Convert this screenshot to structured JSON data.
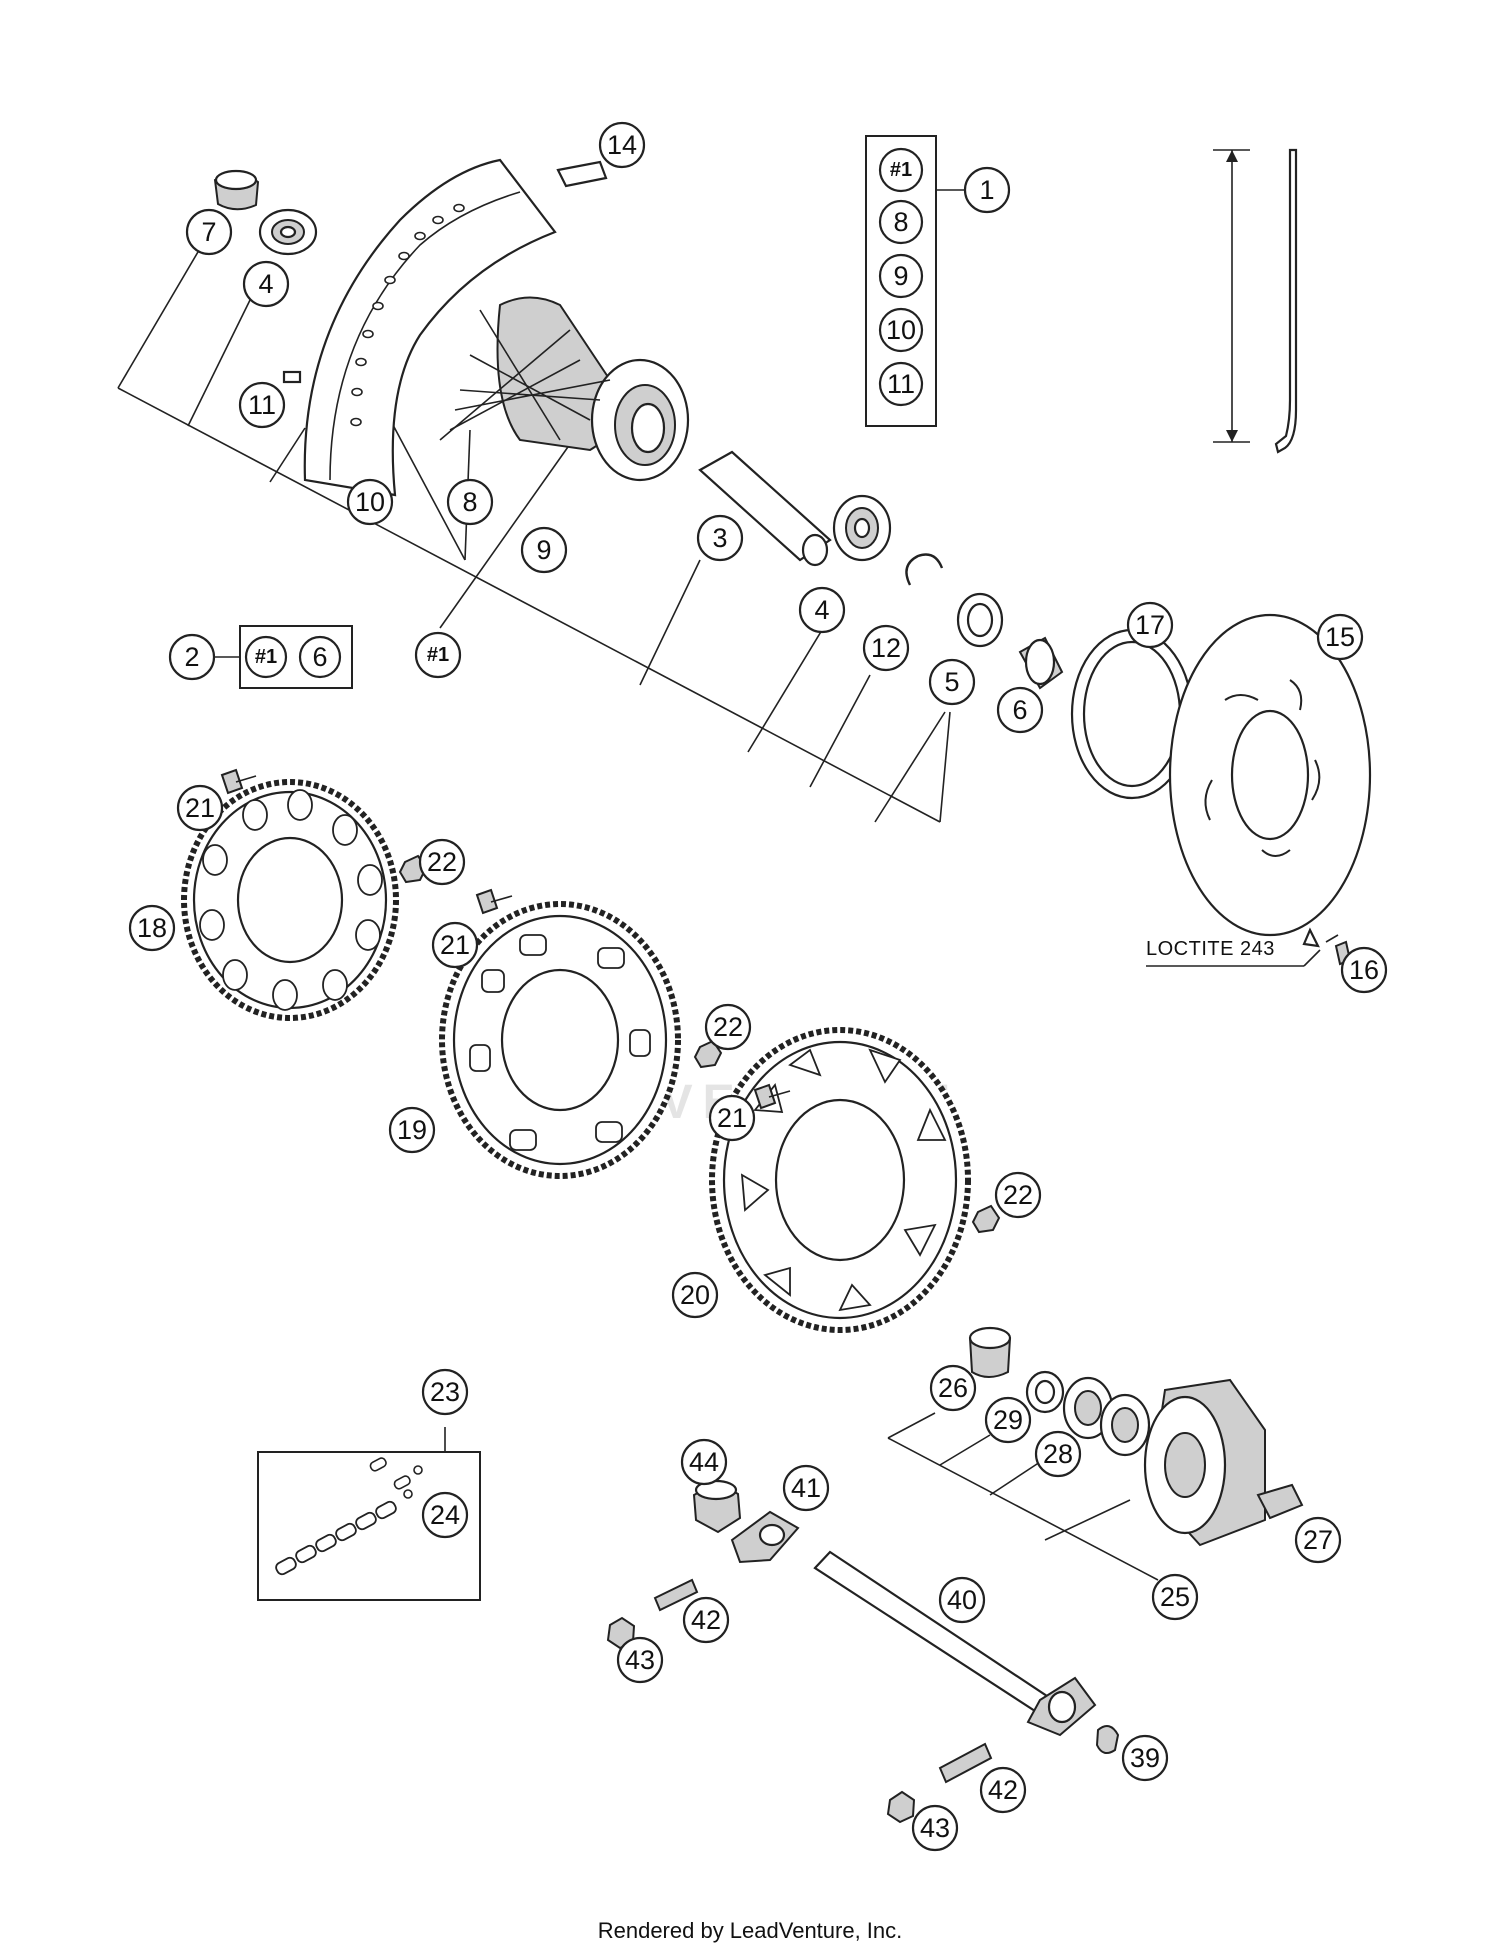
{
  "diagram": {
    "callouts": {
      "c14": "14",
      "c7": "7",
      "c4a": "4",
      "c11": "11",
      "c10": "10",
      "c8": "8",
      "c9": "9",
      "c3": "3",
      "c4b": "4",
      "c12": "12",
      "c5": "5",
      "c6": "6",
      "c17": "17",
      "c15": "15",
      "c16": "16",
      "c2": "2",
      "c2_inner_1": "#1",
      "c2_inner_2": "6",
      "c_hash1": "#1",
      "c1": "1",
      "c1_stack": [
        "#1",
        "8",
        "9",
        "10",
        "11"
      ],
      "c21a": "21",
      "c22a": "22",
      "c18": "18",
      "c21b": "21",
      "c22b": "22",
      "c19": "19",
      "c21c": "21",
      "c22c": "22",
      "c20": "20",
      "c23": "23",
      "c24": "24",
      "c26": "26",
      "c29": "29",
      "c28": "28",
      "c27": "27",
      "c25": "25",
      "c44": "44",
      "c41": "41",
      "c40": "40",
      "c42a": "42",
      "c43a": "43",
      "c39": "39",
      "c42b": "42",
      "c43b": "43"
    },
    "loctite_label": "LOCTITE 243",
    "footer": "Rendered by LeadVenture, Inc.",
    "watermark": "LEADVENTURE"
  }
}
